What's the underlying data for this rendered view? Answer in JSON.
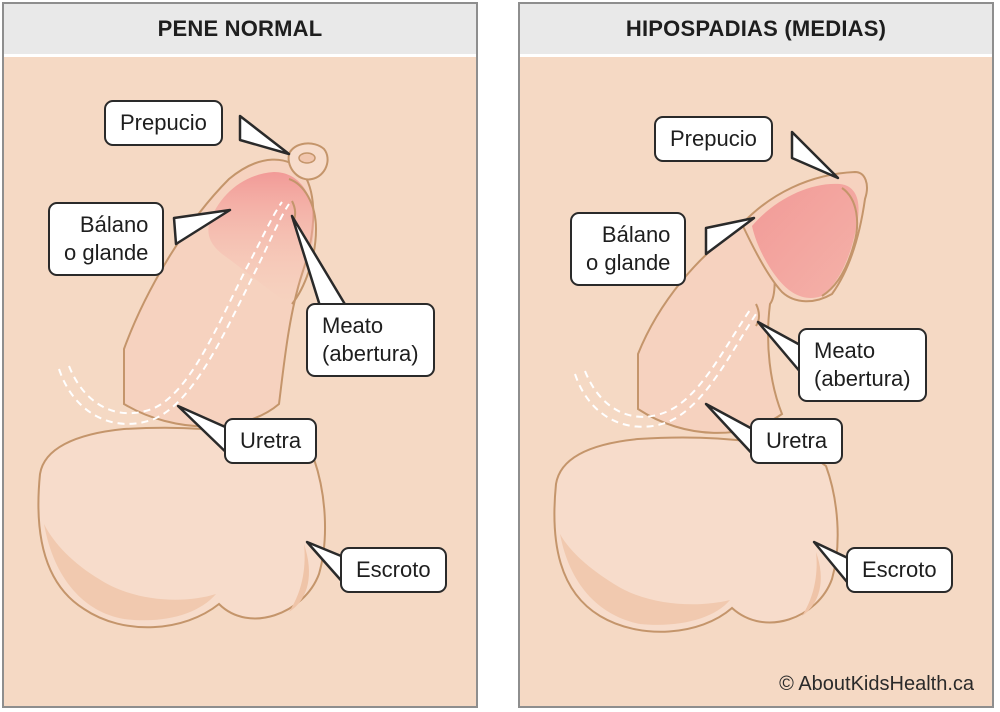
{
  "panels": [
    {
      "title": "PENE NORMAL",
      "labels": {
        "prepucio": "Prepucio",
        "balano_line1": "Bálano",
        "balano_line2": "o glande",
        "meato_line1": "Meato",
        "meato_line2": "(abertura)",
        "uretra": "Uretra",
        "escroto": "Escroto"
      }
    },
    {
      "title": "HIPOSPADIAS (MEDIAS)",
      "labels": {
        "prepucio": "Prepucio",
        "balano_line1": "Bálano",
        "balano_line2": "o glande",
        "meato_line1": "Meato",
        "meato_line2": "(abertura)",
        "uretra": "Uretra",
        "escroto": "Escroto"
      }
    }
  ],
  "copyright": "© AboutKidsHealth.ca",
  "colors": {
    "background": "#f5d9c4",
    "skin": "#f6dcc8",
    "outline": "#c4956b",
    "glans": "#f0a5a0",
    "header": "#e9e9e9"
  }
}
